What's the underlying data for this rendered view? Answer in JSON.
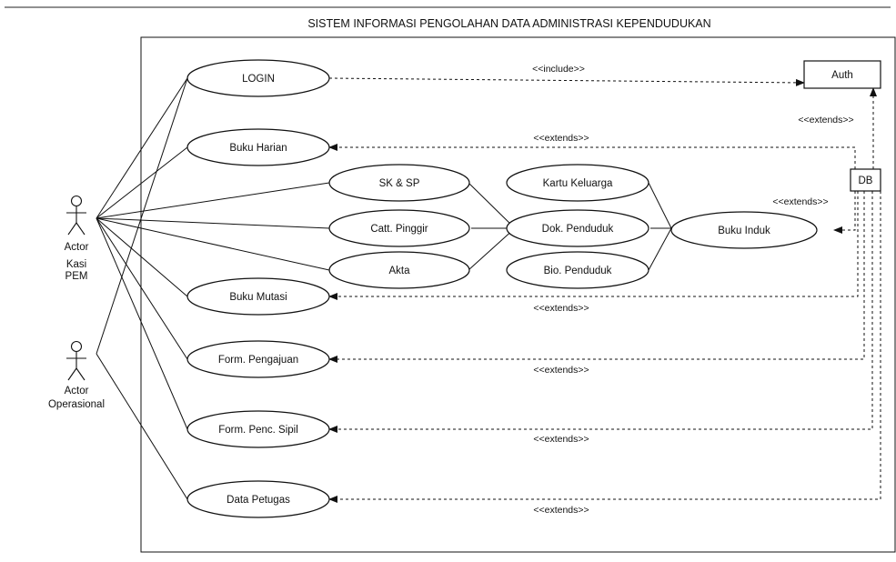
{
  "diagram": {
    "title": "SISTEM INFORMASI PENGOLAHAN DATA ADMINISTRASI KEPENDUDUKAN",
    "actors": {
      "kasi_pem": [
        "Actor",
        "Kasi",
        "PEM"
      ],
      "operasional": [
        "Actor",
        "Operasional"
      ]
    },
    "use_cases": {
      "login": "LOGIN",
      "buku_harian": "Buku Harian",
      "sk_sp": "SK & SP",
      "catt_pinggir": "Catt. Pinggir",
      "akta": "Akta",
      "kartu_keluarga": "Kartu Keluarga",
      "dok_penduduk": "Dok. Penduduk",
      "bio_penduduk": "Bio. Penduduk",
      "buku_induk": "Buku Induk",
      "buku_mutasi": "Buku Mutasi",
      "form_pengajuan": "Form. Pengajuan",
      "form_penc_sipil": "Form. Penc. Sipil",
      "data_petugas": "Data Petugas"
    },
    "boxes": {
      "auth": "Auth",
      "db": "DB"
    },
    "stereotypes": {
      "include": "<<include>>",
      "extends": "<<extends>>"
    }
  }
}
